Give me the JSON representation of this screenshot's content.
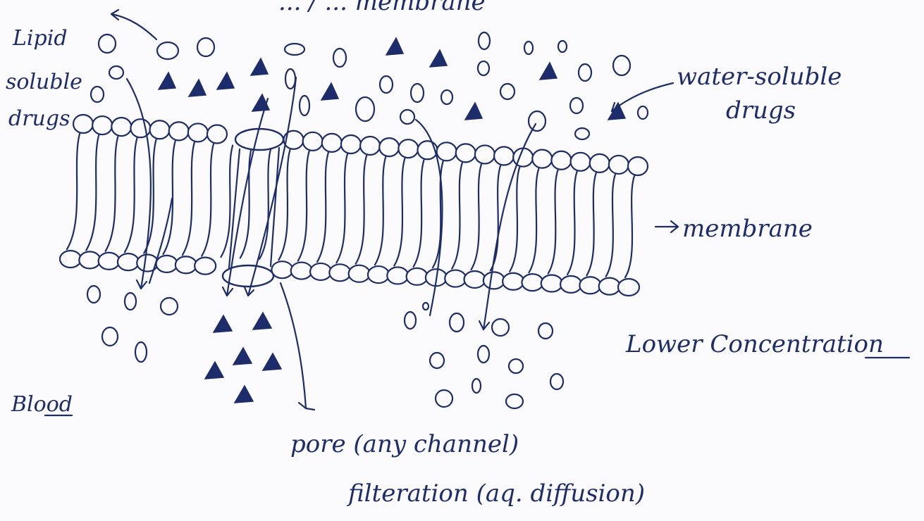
{
  "labels": {
    "top_cut": "... / ... membrane",
    "lipid_soluble_line1": "Lipid",
    "lipid_soluble_line2": "soluble",
    "lipid_soluble_line3": "drugs",
    "water_soluble_line1": "water-soluble",
    "water_soluble_line2": "drugs",
    "membrane": "membrane",
    "lower_concentration": "Lower Concentration",
    "blood": "Blood",
    "pore_line1": "pore (any channel)",
    "pore_line2": "filteration (aq. diffusion)"
  },
  "colors": {
    "ink": "#1d2d6b",
    "paper": "#fbfbfd"
  }
}
